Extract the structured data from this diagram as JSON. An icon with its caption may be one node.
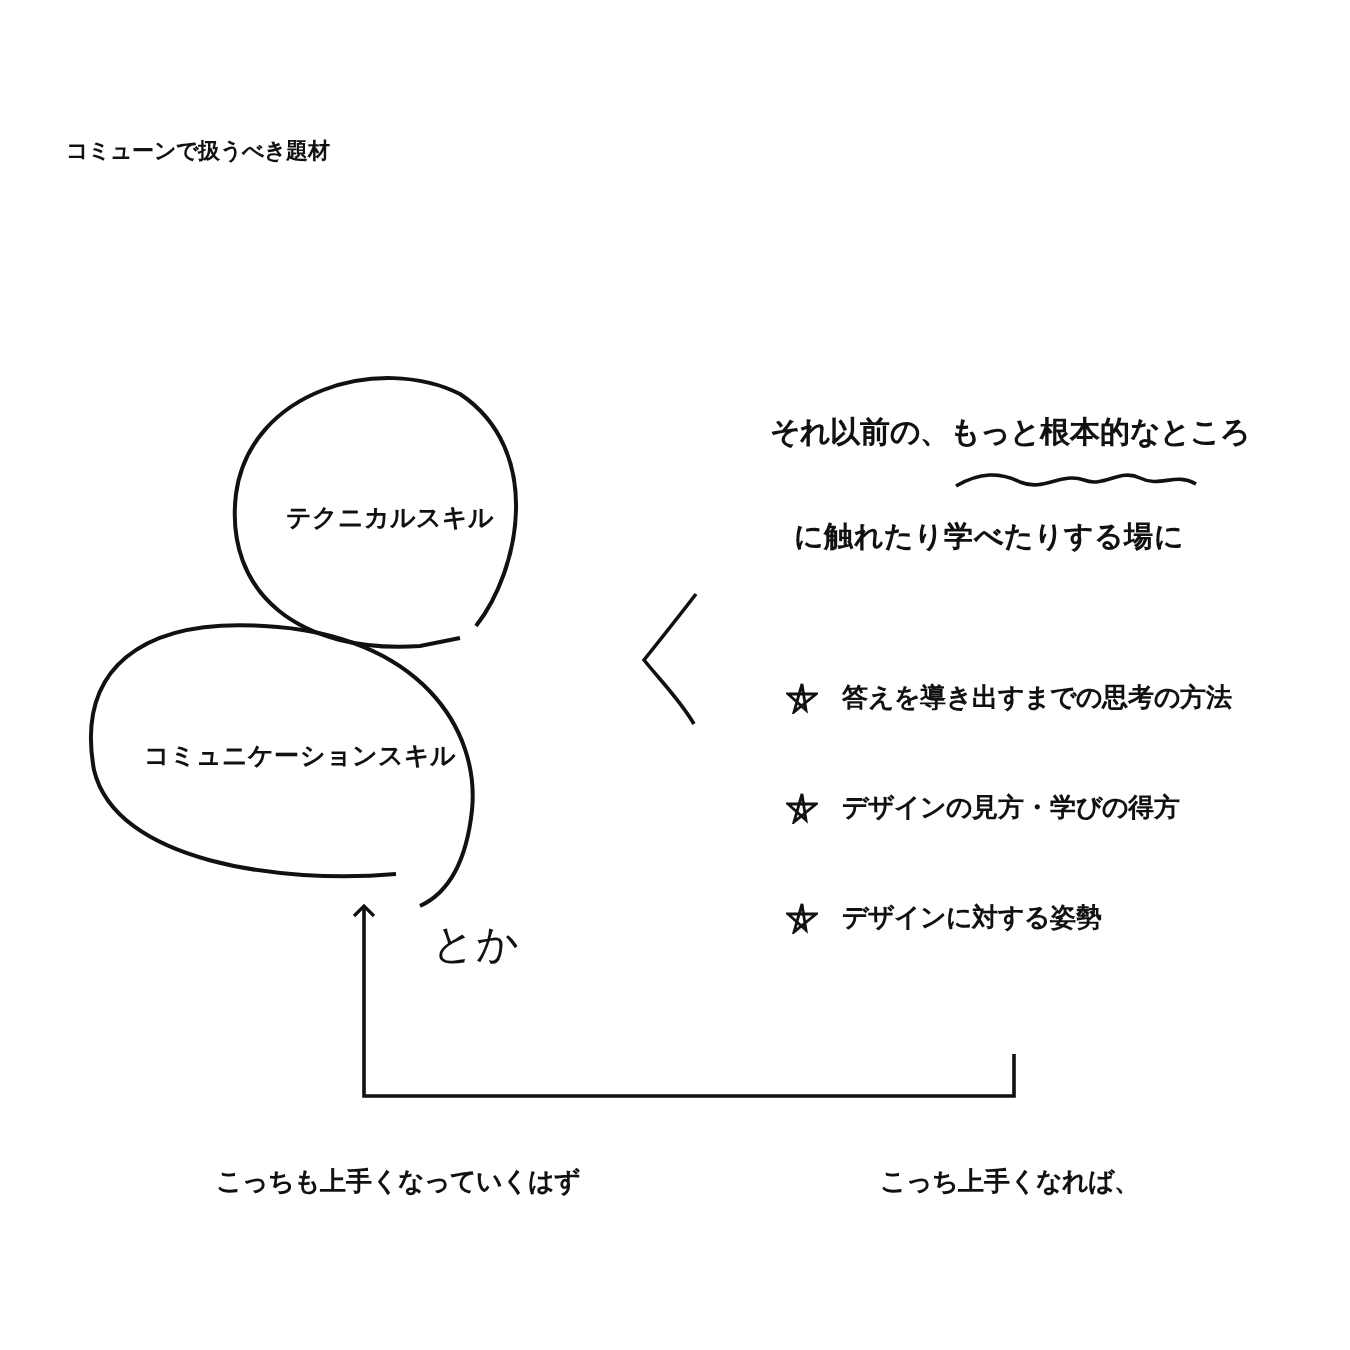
{
  "diagram": {
    "title": "コミューンで扱うべき題材",
    "nodes": [
      {
        "text": [
          "テクニカルスキル"
        ]
      },
      {
        "text": [
          "コミュニケーションスキル"
        ],
        "beside": [
          "とか"
        ]
      },
      {
        "text": [
          "それ以前の、もっと根本的なところ",
          "に触れたり学べたりする場に",
          "答えを導き出すまでの思考の方法",
          "デザインの見方・学びの得方",
          "デザインに対する姿勢"
        ]
      }
    ],
    "edges": [
      {
        "from": 2,
        "to": 1,
        "arrow": "to"
      }
    ],
    "labels": [
      "こっちも上手くなっていくはず",
      "こっち上手くなれば、"
    ]
  }
}
